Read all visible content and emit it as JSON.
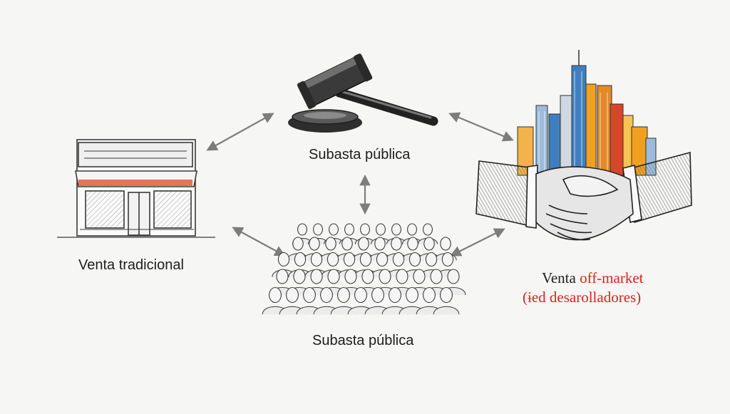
{
  "nodes": {
    "store": {
      "label": "Venta tradicional",
      "icon": "storefront-icon"
    },
    "auction_top": {
      "label": "Subasta pública",
      "icon": "gavel-icon"
    },
    "crowd": {
      "label": "Subasta pública",
      "icon": "crowd-icon"
    },
    "offmarket": {
      "label_prefix": "Venta ",
      "label_accent": "off-market",
      "label_line2": "(ɨed desarolladores)",
      "icon": "handshake-skyline-icon"
    }
  },
  "colors": {
    "accent": "#d3261f",
    "arrow": "#7d7d7d",
    "sketch": "#2a2a2a",
    "skyline_orange": "#f0a020",
    "skyline_blue": "#3f7fc0",
    "skyline_red": "#d9452b"
  }
}
